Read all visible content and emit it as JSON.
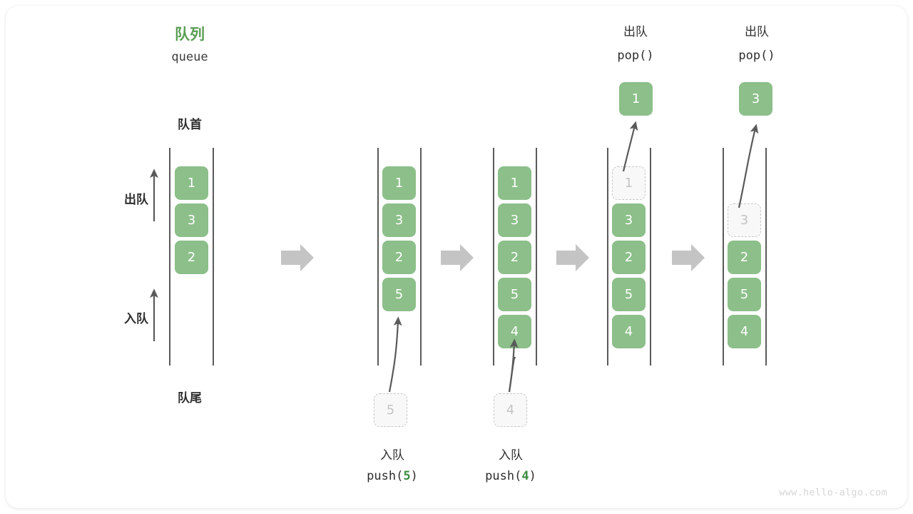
{
  "figure": {
    "watermark": "www.hello-algo.com",
    "accent_green": "#5a9e54",
    "box_green": "#8cbf89",
    "ghost_gray": "#c4c4c4",
    "arrow_gray": "#c4c4c4",
    "rail_gray": "#5a5a5a"
  },
  "title": {
    "cn": "队列",
    "en": "queue"
  },
  "labels": {
    "head": "队首",
    "tail": "队尾",
    "dequeue": "出队",
    "enqueue": "入队"
  },
  "columns": [
    {
      "id": "initial",
      "items": [
        "1",
        "3",
        "2"
      ],
      "ghost_slots": [],
      "caption_cn": "",
      "caption_code": "",
      "incoming_ghost": null,
      "popped": null
    },
    {
      "id": "after-push-5",
      "items": [
        "1",
        "3",
        "2",
        "5"
      ],
      "ghost_slots": [],
      "caption_cn": "入队",
      "caption_code": "push(5)",
      "caption_code_prefix": "push(",
      "caption_code_num": "5",
      "caption_code_suffix": ")",
      "incoming_ghost": "5",
      "popped": null
    },
    {
      "id": "after-push-4",
      "items": [
        "1",
        "3",
        "2",
        "5",
        "4"
      ],
      "ghost_slots": [],
      "caption_cn": "入队",
      "caption_code": "push(4)",
      "caption_code_prefix": "push(",
      "caption_code_num": "4",
      "caption_code_suffix": ")",
      "incoming_ghost": "4",
      "popped": null
    },
    {
      "id": "after-pop-1",
      "items": [
        "",
        "3",
        "2",
        "5",
        "4"
      ],
      "ghost_slots": [
        "1"
      ],
      "header_cn": "出队",
      "header_code": "pop()",
      "popped": "1"
    },
    {
      "id": "after-pop-3",
      "items": [
        "",
        "",
        "2",
        "5",
        "4"
      ],
      "ghost_slots": [
        "3"
      ],
      "header_cn": "出队",
      "header_code": "pop()",
      "popped": "3"
    }
  ],
  "cells": {
    "c1": [
      "1",
      "3",
      "2"
    ],
    "c2": [
      "1",
      "3",
      "2",
      "5"
    ],
    "c3": [
      "1",
      "3",
      "2",
      "5",
      "4"
    ],
    "c4_ghost": "1",
    "c4": [
      "3",
      "2",
      "5",
      "4"
    ],
    "c4_popped": "1",
    "c5_ghost": "3",
    "c5": [
      "2",
      "5",
      "4"
    ],
    "c5_popped": "3"
  },
  "ghost_inputs": {
    "push5": "5",
    "push4": "4"
  }
}
